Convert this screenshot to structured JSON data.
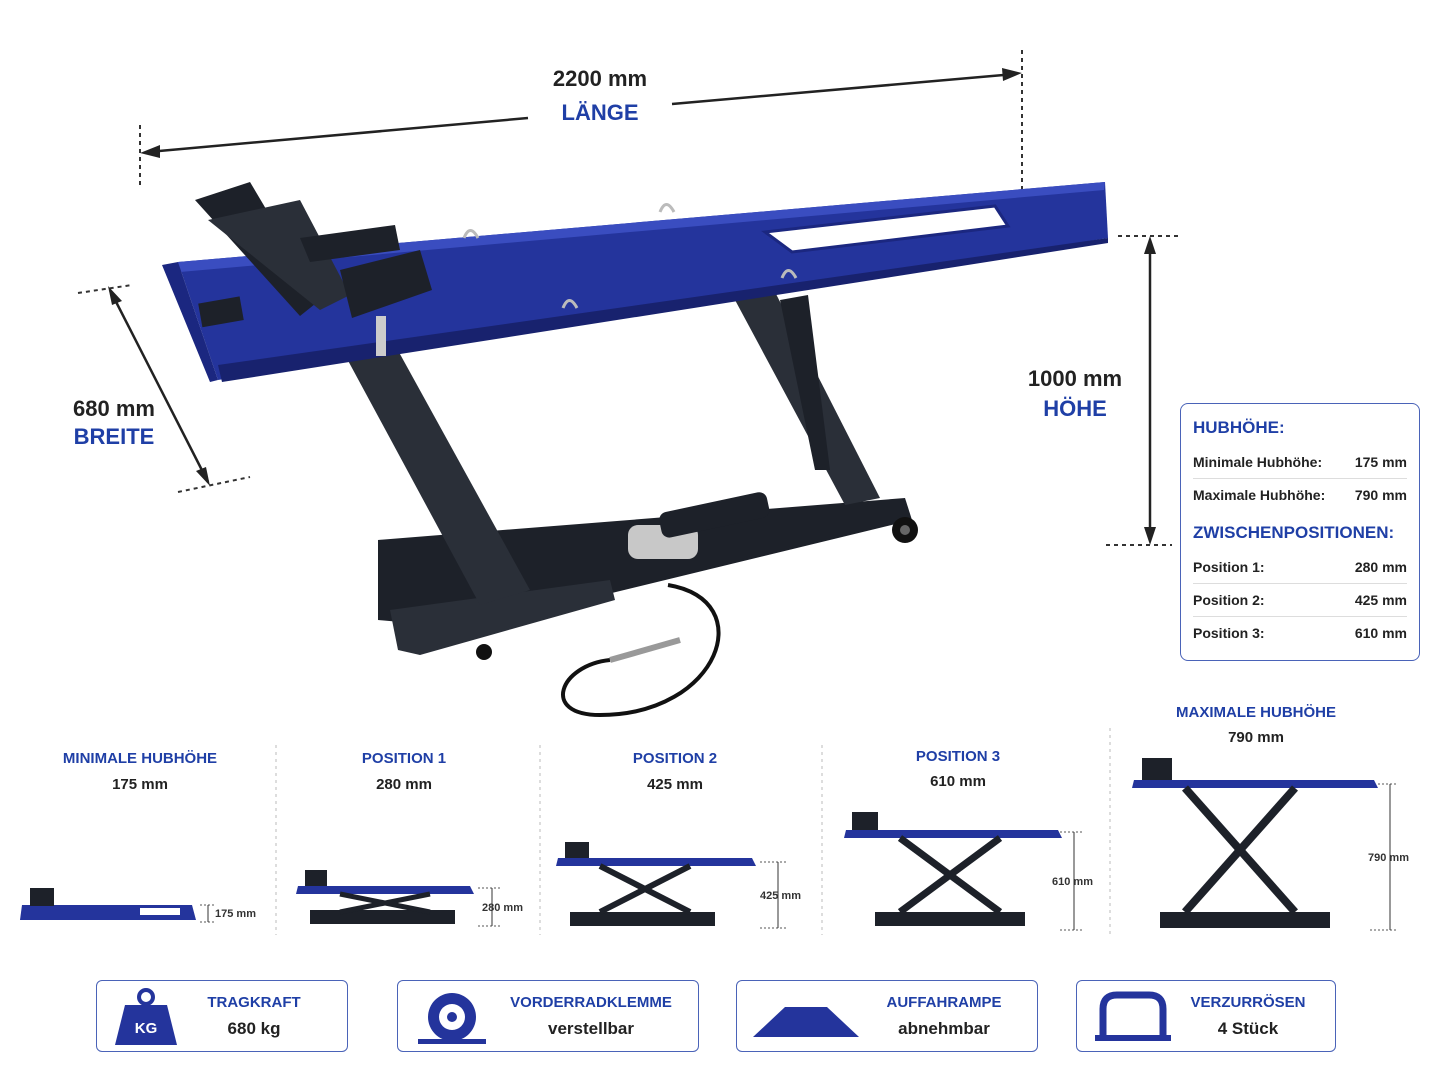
{
  "dimensions": {
    "length": {
      "value": "2200 mm",
      "label": "LÄNGE"
    },
    "width": {
      "value": "680 mm",
      "label": "BREITE"
    },
    "height": {
      "value": "1000 mm",
      "label": "HÖHE"
    }
  },
  "spec_box": {
    "lift_heading": "HUBHÖHE:",
    "min_label": "Minimale Hubhöhe:",
    "min_value": "175 mm",
    "max_label": "Maximale Hubhöhe:",
    "max_value": "790 mm",
    "positions_heading": "ZWISCHENPOSITIONEN:",
    "positions": [
      {
        "label": "Position 1:",
        "value": "280 mm"
      },
      {
        "label": "Position 2:",
        "value": "425 mm"
      },
      {
        "label": "Position 3:",
        "value": "610 mm"
      }
    ]
  },
  "stages": [
    {
      "title": "MINIMALE HUBHÖHE",
      "value": "175 mm",
      "dim": "175 mm"
    },
    {
      "title": "POSITION 1",
      "value": "280 mm",
      "dim": "280 mm"
    },
    {
      "title": "POSITION 2",
      "value": "425 mm",
      "dim": "425 mm"
    },
    {
      "title": "POSITION 3",
      "value": "610 mm",
      "dim": "610 mm"
    },
    {
      "title": "MAXIMALE HUBHÖHE",
      "value": "790 mm",
      "dim": "790 mm"
    }
  ],
  "features": [
    {
      "title": "TRAGKRAFT",
      "value": "680 kg",
      "icon": "weight-icon",
      "icon_text": "KG"
    },
    {
      "title": "VORDERRADKLEMME",
      "value": "verstellbar",
      "icon": "wheel-clamp-icon"
    },
    {
      "title": "AUFFAHRAMPE",
      "value": "abnehmbar",
      "icon": "ramp-icon"
    },
    {
      "title": "VERZURRÖSEN",
      "value": "4 Stück",
      "icon": "tie-down-icon"
    }
  ],
  "colors": {
    "brand_blue": "#1f3fa6",
    "table_blue": "#24349c",
    "frame": "#1d2129"
  }
}
